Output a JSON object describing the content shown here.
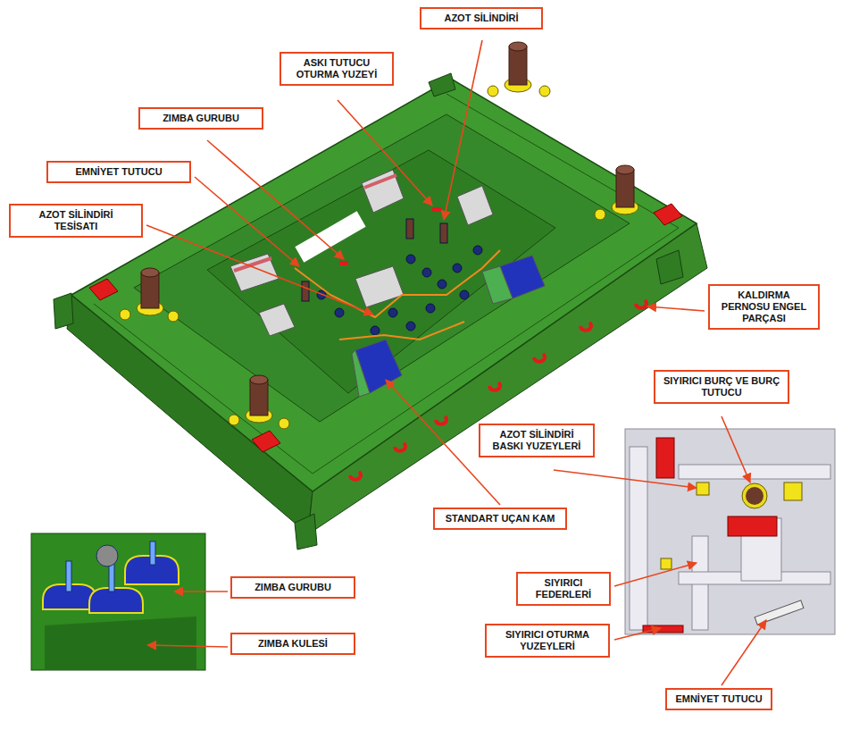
{
  "diagram": {
    "nodes": [
      {
        "text": [
          "AZOT SİLİNDİRİ"
        ]
      },
      {
        "text": [
          "ASKI TUTUCU OTURMA YUZEYİ"
        ]
      },
      {
        "text": [
          "ZIMBA GURUBU"
        ]
      },
      {
        "text": [
          "EMNİYET TUTUCU"
        ]
      },
      {
        "text": [
          "AZOT SİLİNDİRİ TESİSATI"
        ]
      },
      {
        "text": [
          "KALDIRMA PERNOSU ENGEL PARÇASI"
        ]
      },
      {
        "text": [
          "SIYIRICI BURÇ VE BURÇ TUTUCU"
        ]
      },
      {
        "text": [
          "AZOT SİLİNDİRİ BASKI YUZEYLERİ"
        ]
      },
      {
        "text": [
          "STANDART UÇAN KAM"
        ]
      },
      {
        "text": [
          "ZIMBA GURUBU"
        ]
      },
      {
        "text": [
          "SIYIRICI FEDERLERİ"
        ]
      },
      {
        "text": [
          "SIYIRICI OTURMA YUZEYLERİ"
        ]
      },
      {
        "text": [
          "ZIMBA KULESİ"
        ]
      },
      {
        "text": [
          "EMNİYET TUTUCU"
        ]
      }
    ]
  }
}
